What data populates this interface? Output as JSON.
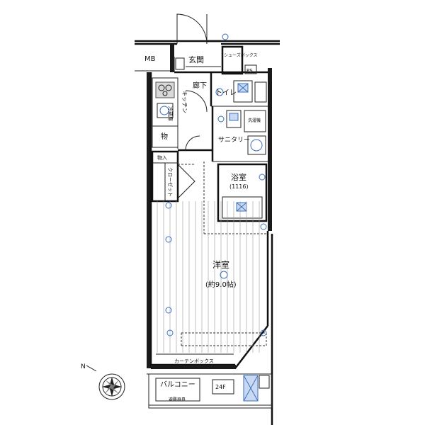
{
  "labels": {
    "mb": "MB",
    "entrance": "玄関",
    "shoe_box": "シューズボックス",
    "ps": "PS",
    "hallway": "廊下",
    "toilet": "トイレ",
    "kitchen": "キッチン",
    "fridge": "冷蔵庫",
    "storage": "物",
    "sanitary": "サニタリー",
    "washer": "洗濯機",
    "closet_in": "物入",
    "closet": "クローゼット",
    "bathroom": "浴室",
    "bath_size": "(1116)",
    "western_room": "洋室",
    "room_size": "(約9.0帖)",
    "curtain_box": "カーテンボックス",
    "balcony": "バルコニー",
    "unit_code": "24F",
    "balcony_note": "避難器具",
    "compass_n": "N"
  },
  "colors": {
    "wall": "#111111",
    "fixture_blue": "#3a6fc0",
    "floor_lines": "#9a9a9a"
  }
}
